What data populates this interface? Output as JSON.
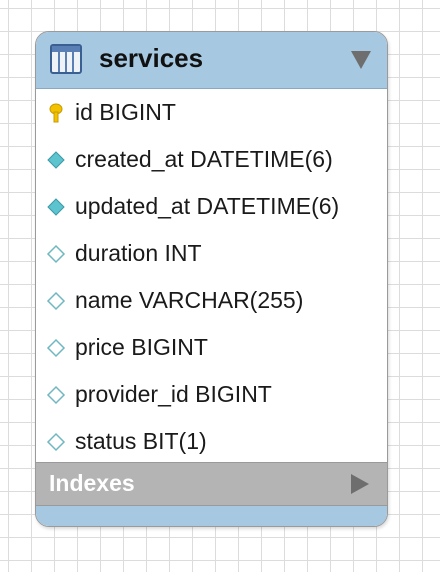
{
  "table": {
    "name": "services",
    "header_color": "#a6c8e0",
    "columns": [
      {
        "label": "id BIGINT",
        "icon": "primary-key-icon"
      },
      {
        "label": "created_at DATETIME(6)",
        "icon": "not-null-column-icon"
      },
      {
        "label": "updated_at DATETIME(6)",
        "icon": "not-null-column-icon"
      },
      {
        "label": "duration INT",
        "icon": "nullable-column-icon"
      },
      {
        "label": "name VARCHAR(255)",
        "icon": "nullable-column-icon"
      },
      {
        "label": "price BIGINT",
        "icon": "nullable-column-icon"
      },
      {
        "label": "provider_id BIGINT",
        "icon": "nullable-column-icon"
      },
      {
        "label": "status BIT(1)",
        "icon": "nullable-column-icon"
      }
    ],
    "indexes_label": "Indexes"
  }
}
